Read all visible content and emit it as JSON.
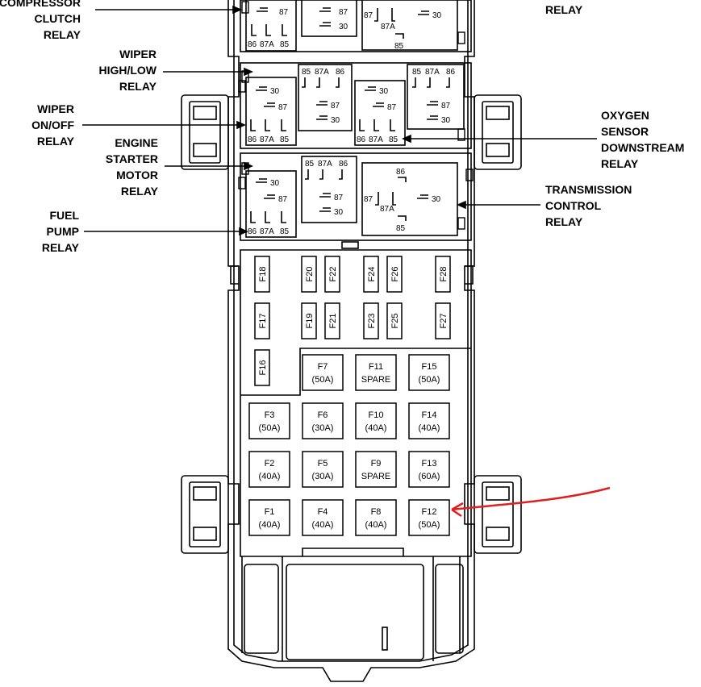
{
  "labels": {
    "compressor": [
      "COMPRESSOR",
      "CLUTCH",
      "RELAY"
    ],
    "top_right": [
      "RELAY"
    ],
    "wiper_hl": [
      "WIPER",
      "HIGH/LOW",
      "RELAY"
    ],
    "wiper_onoff": [
      "WIPER",
      "ON/OFF",
      "RELAY"
    ],
    "starter": [
      "ENGINE",
      "STARTER",
      "MOTOR",
      "RELAY"
    ],
    "fuel": [
      "FUEL",
      "PUMP",
      "RELAY"
    ],
    "oxygen": [
      "OXYGEN",
      "SENSOR",
      "DOWNSTREAM",
      "RELAY"
    ],
    "trans": [
      "TRANSMISSION",
      "CONTROL",
      "RELAY"
    ]
  },
  "pins": {
    "p85": "85",
    "p86": "86",
    "p87": "87",
    "p87a": "87A",
    "p30": "30"
  },
  "small_fuses": [
    {
      "id": "F18"
    },
    {
      "id": "F20"
    },
    {
      "id": "F22"
    },
    {
      "id": "F24"
    },
    {
      "id": "F26"
    },
    {
      "id": "F28"
    },
    {
      "id": "F17"
    },
    {
      "id": "F19"
    },
    {
      "id": "F21"
    },
    {
      "id": "F23"
    },
    {
      "id": "F25"
    },
    {
      "id": "F27"
    },
    {
      "id": "F16"
    }
  ],
  "large_fuses": [
    {
      "id": "F7",
      "rating": "(50A)"
    },
    {
      "id": "F11",
      "rating": "SPARE"
    },
    {
      "id": "F15",
      "rating": "(50A)"
    },
    {
      "id": "F3",
      "rating": "(50A)"
    },
    {
      "id": "F6",
      "rating": "(30A)"
    },
    {
      "id": "F10",
      "rating": "(40A)"
    },
    {
      "id": "F14",
      "rating": "(40A)"
    },
    {
      "id": "F2",
      "rating": "(40A)"
    },
    {
      "id": "F5",
      "rating": "(30A)"
    },
    {
      "id": "F9",
      "rating": "SPARE"
    },
    {
      "id": "F13",
      "rating": "(60A)"
    },
    {
      "id": "F1",
      "rating": "(40A)"
    },
    {
      "id": "F4",
      "rating": "(40A)"
    },
    {
      "id": "F8",
      "rating": "(40A)"
    },
    {
      "id": "F12",
      "rating": "(50A)"
    }
  ],
  "colors": {
    "annotation_arrow": "#e02020",
    "line": "#000000"
  }
}
